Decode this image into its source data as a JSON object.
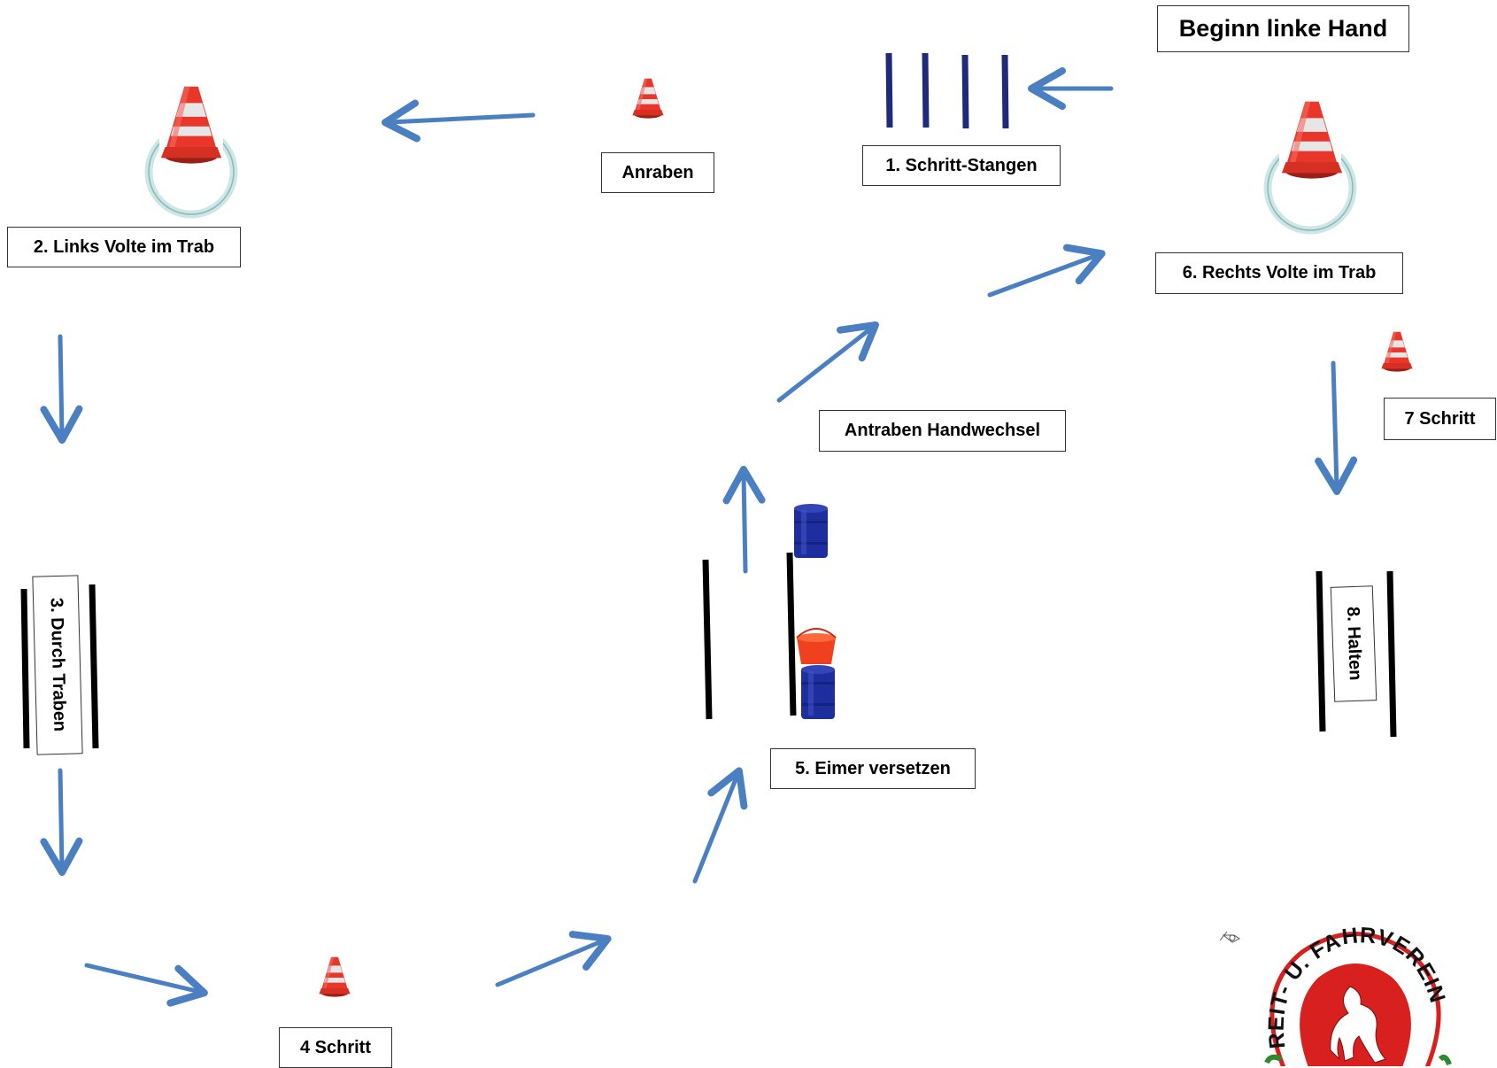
{
  "title": "Beginn linke Hand",
  "stations": {
    "s1": "1. Schritt-Stangen",
    "s2": "2. Links Volte im Trab",
    "s3": "3. Durch Traben",
    "s4": "4 Schritt",
    "s5": "5. Eimer versetzen",
    "s6": "6. Rechts Volte im Trab",
    "s7": "7 Schritt",
    "s8": "8. Halten",
    "anraben": "Anraben",
    "handwechsel": "Antraben Handwechsel"
  },
  "logo": {
    "text": "REIT- U. FAHRVEREIN"
  },
  "colors": {
    "arrow": "#4a7fc1",
    "pole_blue": "#1f2a7a",
    "pole_black": "#000000",
    "cone_red": "#e8362a",
    "volte_ring": "#cfe6e6",
    "barrel": "#1d2f9e",
    "bucket": "#f0401e",
    "logo_red": "#d8201e",
    "logo_green": "#2b8a2b"
  },
  "icons": [
    "traffic-cone-icon",
    "blue-barrel-icon",
    "red-bucket-icon",
    "horse-logo-icon",
    "arrow-icon"
  ]
}
